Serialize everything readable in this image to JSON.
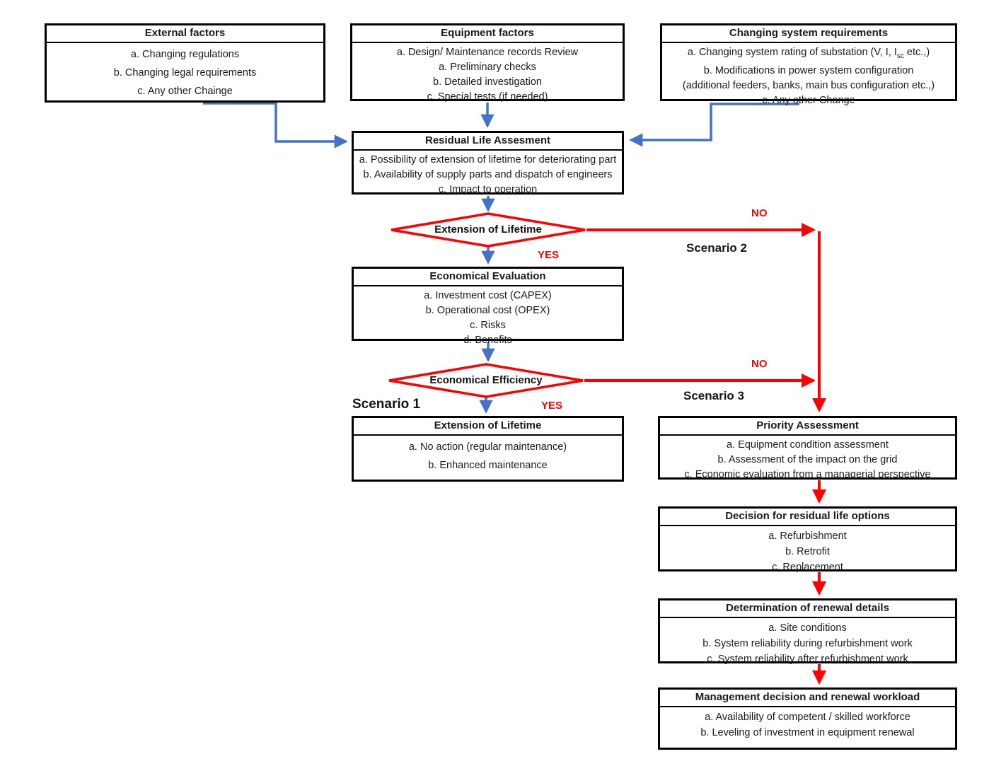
{
  "colors": {
    "connector_blue": "#4472C4",
    "connector_red": "#FF0000",
    "box_border": "#000000"
  },
  "boxes": {
    "external_factors": {
      "title": "External factors",
      "items": [
        "a. Changing regulations",
        "b. Changing legal requirements",
        "c. Any other Chainge"
      ]
    },
    "equipment_factors": {
      "title": "Equipment factors",
      "items": [
        "a. Design/ Maintenance records Review",
        "a. Preliminary checks",
        "b. Detailed investigation",
        "c. Special tests (if needed)"
      ]
    },
    "changing_system_requirements": {
      "title": "Changing system requirements",
      "item_a_prefix": "a. Changing system rating of substation (V, I, I",
      "item_a_sub": "sc",
      "item_a_suffix": " etc.,)",
      "items": [
        "b. Modifications in power system configuration",
        "(additional feeders, banks, main bus configuration etc.,)",
        "c. Any other Change"
      ]
    },
    "residual_life_assessment": {
      "title": "Residual Life Assesment",
      "items": [
        "a. Possibility of extension of lifetime for deteriorating part",
        "b. Availability of supply parts and dispatch of engineers",
        "c. Impact to operation"
      ]
    },
    "economical_evaluation": {
      "title": "Economical Evaluation",
      "items": [
        "a. Investment cost (CAPEX)",
        "b. Operational cost (OPEX)",
        "c. Risks",
        "d. Benefits"
      ]
    },
    "extension_of_lifetime": {
      "title": "Extension of Lifetime",
      "items": [
        "a. No action (regular maintenance)",
        "b. Enhanced maintenance"
      ]
    },
    "priority_assessment": {
      "title": "Priority Assessment",
      "items": [
        "a. Equipment condition assessment",
        "b. Assessment of the impact on the grid",
        "c. Economic evaluation from a managerial perspective"
      ]
    },
    "decision_residual_life_options": {
      "title": "Decision for residual life options",
      "items": [
        "a. Refurbishment",
        "b. Retrofit",
        "c. Replacement"
      ]
    },
    "determination_renewal_details": {
      "title": "Determination of renewal details",
      "items": [
        "a. Site conditions",
        "b. System reliability during refurbishment work",
        "c. System reliability after refurbishment work"
      ]
    },
    "management_decision": {
      "title": "Management decision and renewal workload",
      "items": [
        "a. Availability of competent / skilled workforce",
        "b. Leveling of investment in equipment renewal"
      ]
    }
  },
  "decisions": {
    "extension_of_lifetime": "Extension of Lifetime",
    "economical_efficiency": "Economical Efficiency"
  },
  "labels": {
    "no_1": "NO",
    "yes_1": "YES",
    "no_2": "NO",
    "yes_2": "YES",
    "scenario_1": "Scenario 1",
    "scenario_2": "Scenario 2",
    "scenario_3": "Scenario 3"
  }
}
